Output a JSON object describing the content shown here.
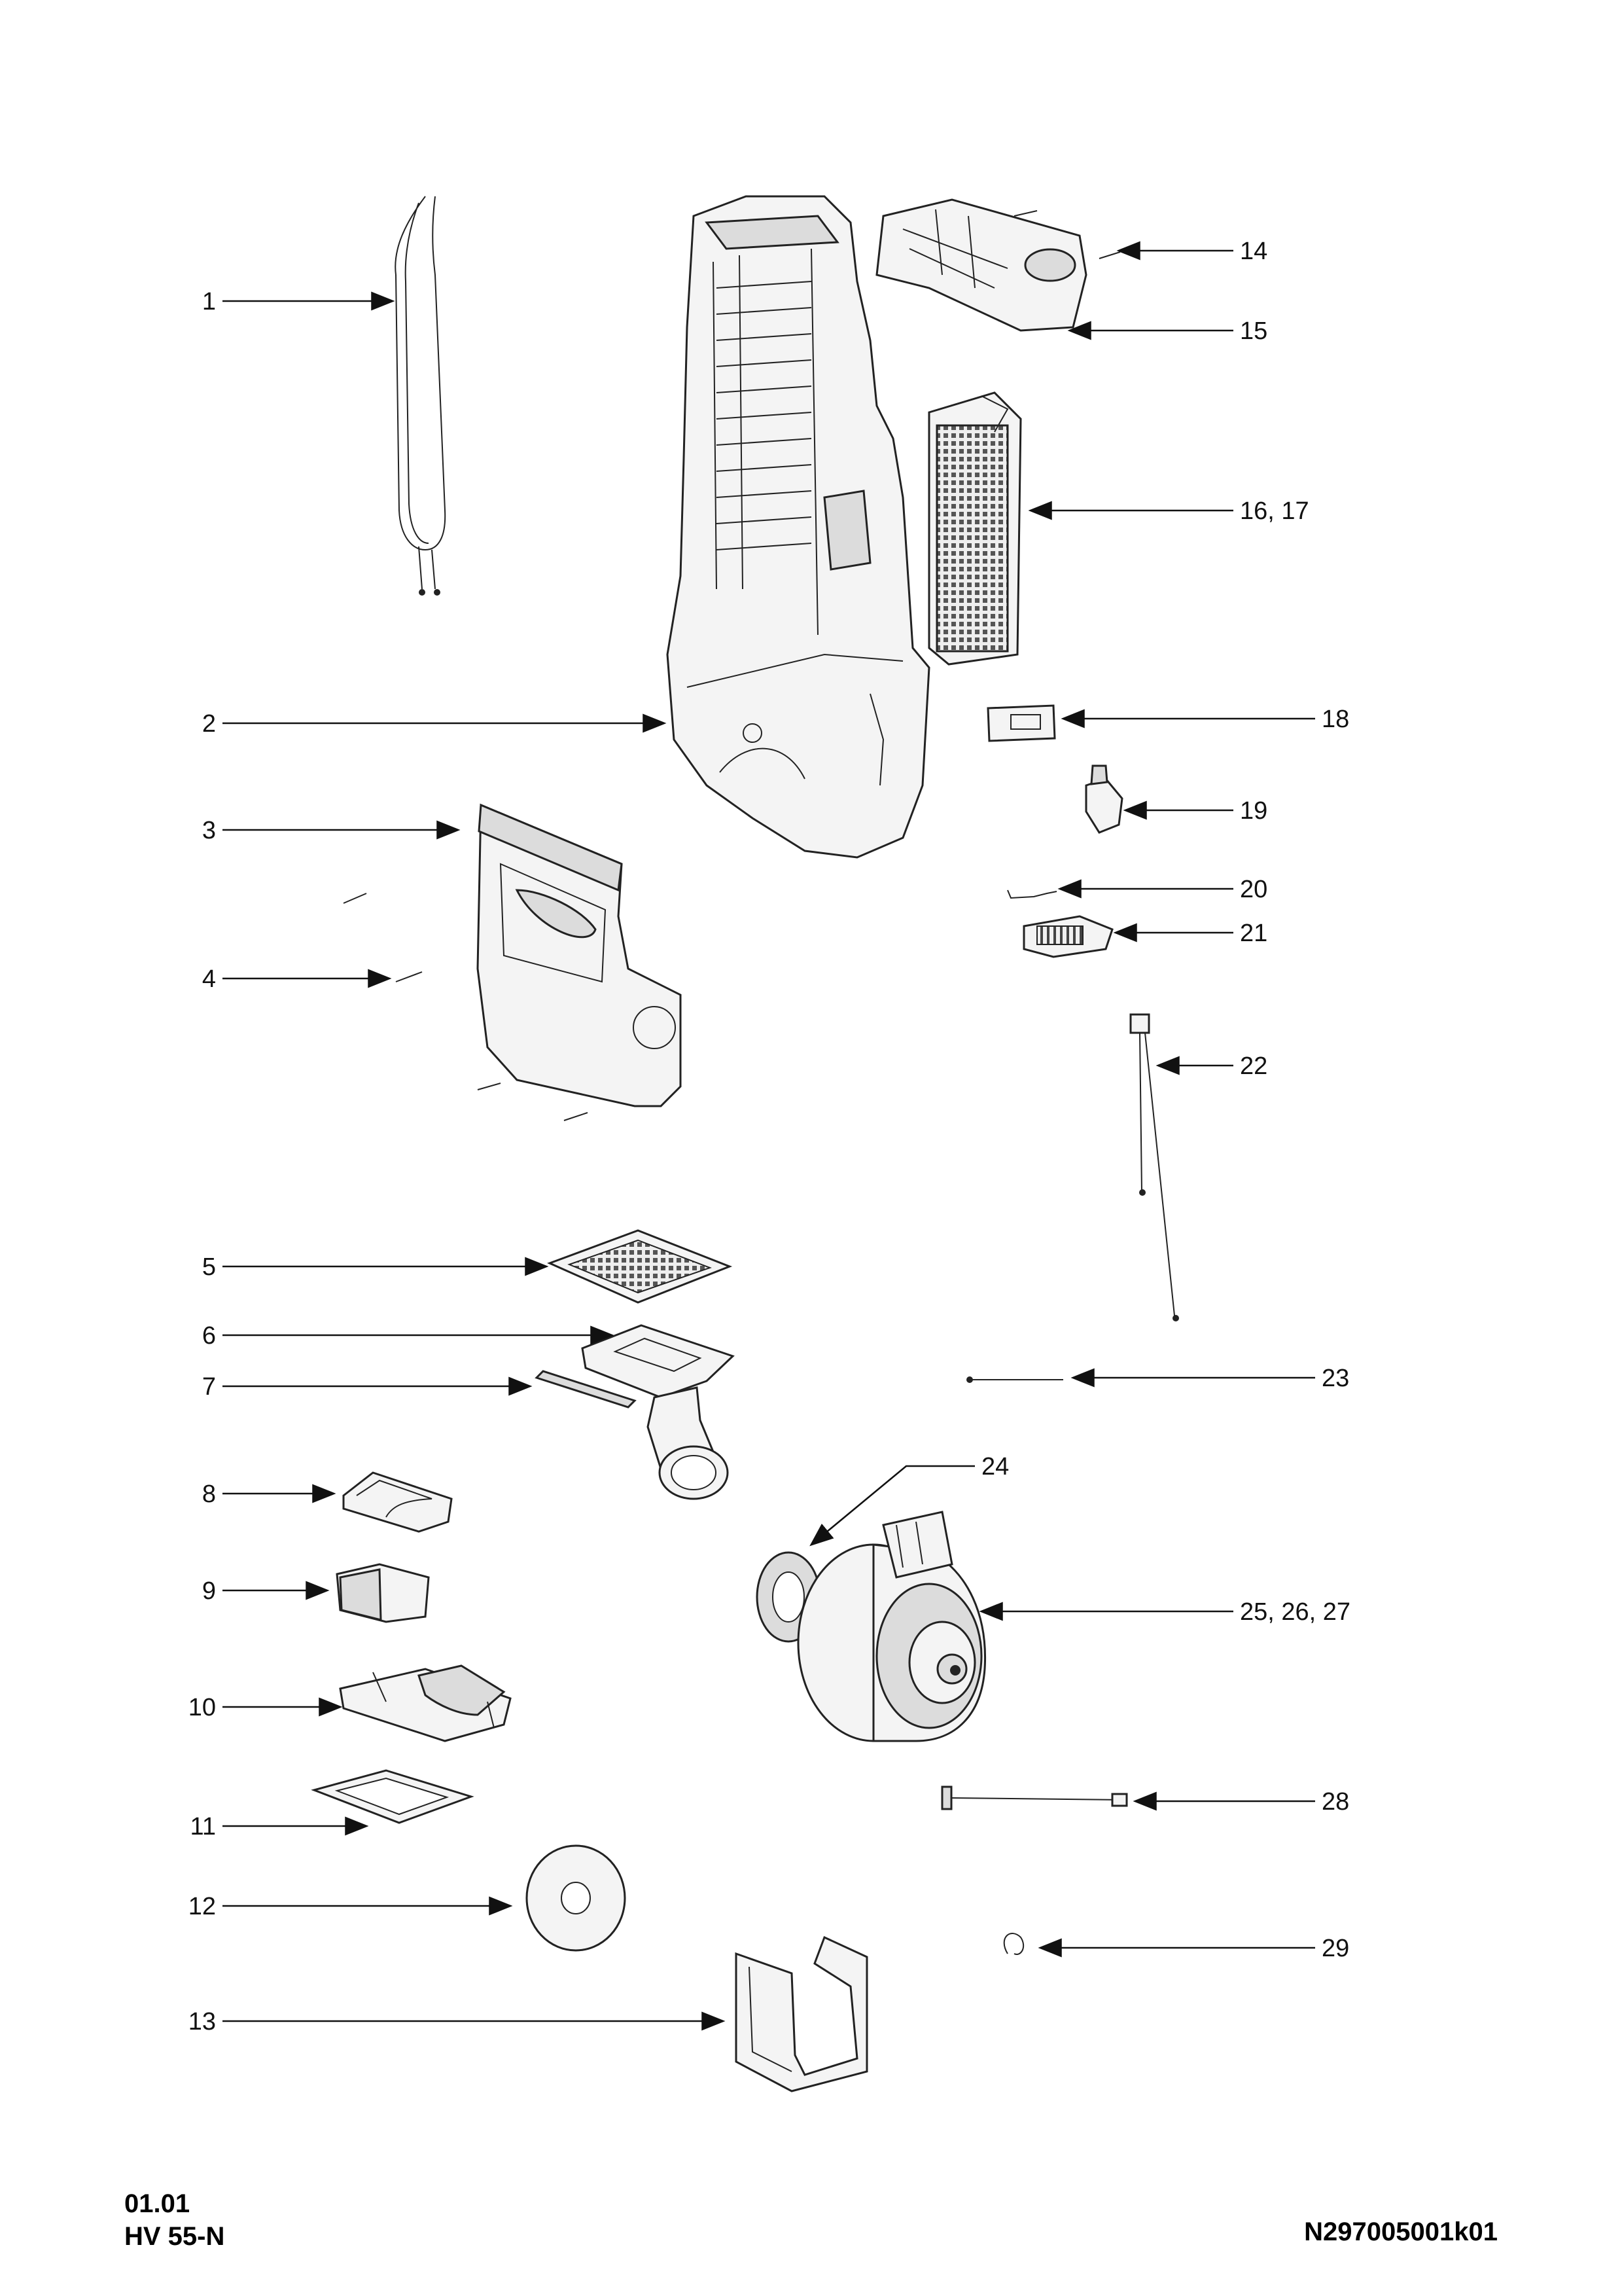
{
  "callouts": [
    "1",
    "2",
    "3",
    "4",
    "5",
    "6",
    "7",
    "8",
    "9",
    "10",
    "11",
    "12",
    "13",
    "14",
    "15",
    "16, 17",
    "18",
    "19",
    "20",
    "21",
    "22",
    "23",
    "24",
    "25, 26, 27",
    "28",
    "29"
  ],
  "footer": {
    "date": "01.01",
    "model": "HV 55-N",
    "document_number": "N297005001k01"
  }
}
